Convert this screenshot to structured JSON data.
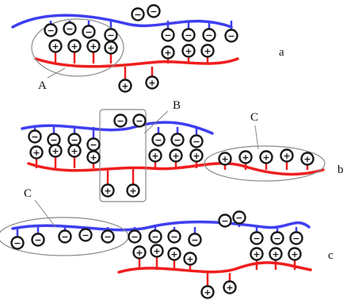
{
  "colors": {
    "negative_strand": "#3f3ff0",
    "positive_strand": "#f01e1e",
    "ion_ring": "#1a1a1a",
    "ion_fill": "#ffffff",
    "outline": "#8a8a8a"
  },
  "icons": {
    "negative_ion": "minus-sign-circle",
    "positive_ion": "plus-sign-circle"
  },
  "symbols": {
    "minus": "−",
    "plus": "+"
  },
  "labels": {
    "panel_a": "a",
    "panel_b": "b",
    "panel_c": "c",
    "callout_a": "A",
    "callout_b": "B",
    "callout_c_b": "C",
    "callout_c_c": "C"
  }
}
